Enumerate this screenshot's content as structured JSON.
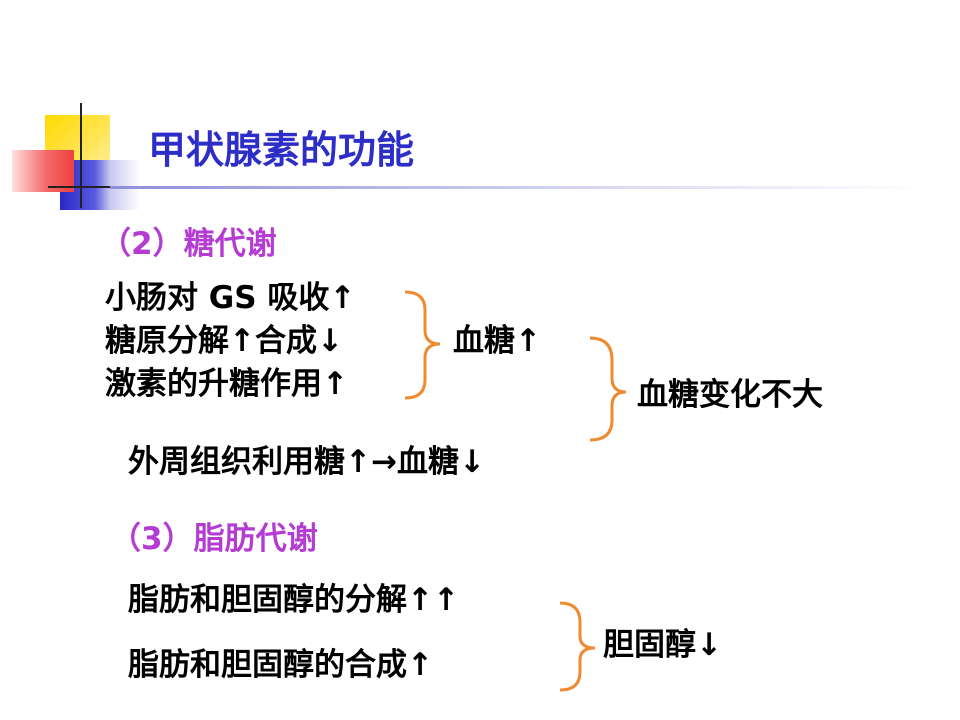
{
  "colors": {
    "title": "#2d2dc8",
    "section": "#b43cd2",
    "brace": "#f08a30",
    "deco_yellow": "#ffd800",
    "deco_blue": "#2828c8",
    "deco_red": "#f04040"
  },
  "title": "甲状腺素的功能",
  "sugar": {
    "heading": "（2）糖代谢",
    "line1": "小肠对 GS 吸收↑",
    "line2": "糖原分解↑合成↓",
    "line3": "激素的升糖作用↑",
    "result": "血糖↑",
    "overall": "血糖变化不大",
    "peripheral": "外周组织利用糖↑→血糖↓"
  },
  "fat": {
    "heading": "（3）脂肪代谢",
    "line1": "脂肪和胆固醇的分解↑↑",
    "line2": "脂肪和胆固醇的合成↑",
    "result": "胆固醇↓"
  }
}
